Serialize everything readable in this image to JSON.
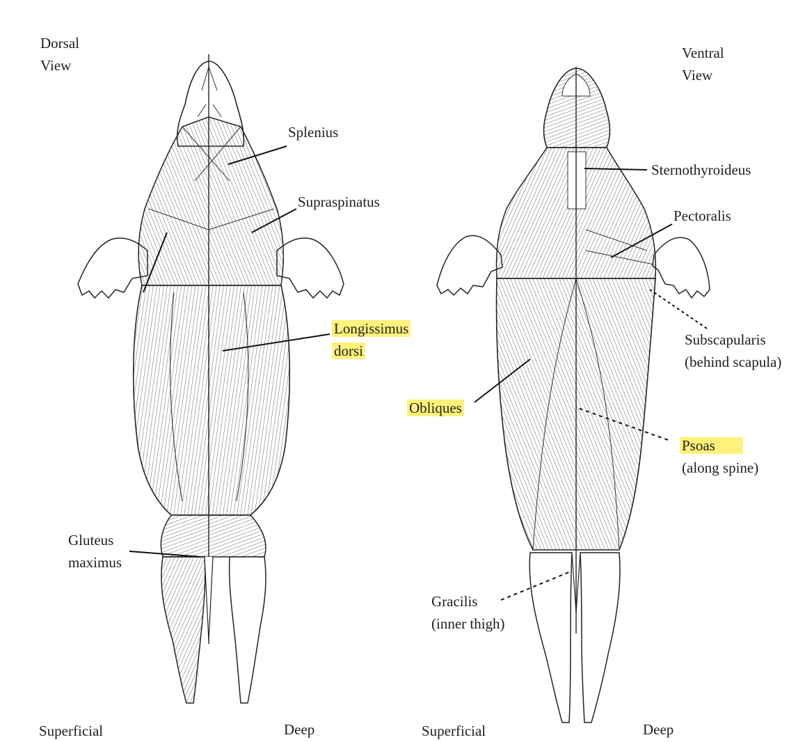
{
  "dorsal": {
    "view_title": [
      "Dorsal",
      "View"
    ],
    "bottom_left": "Superficial",
    "bottom_right": "Deep",
    "labels": {
      "splenius": "Splenius",
      "supraspinatus": "Supraspinatus",
      "longissimus_line1": "Longissimus",
      "longissimus_line2": "dorsi",
      "gluteus_line1": "Gluteus",
      "gluteus_line2": "maximus"
    }
  },
  "ventral": {
    "view_title": [
      "Ventral",
      "View"
    ],
    "bottom_left": "Superficial",
    "bottom_right": "Deep",
    "labels": {
      "sternothyroideus": "Sternothyroideus",
      "pectoralis": "Pectoralis",
      "subscapularis_line1": "Subscapularis",
      "subscapularis_line2": "(behind scapula)",
      "obliques": "Obliques",
      "psoas_line1": "Psoas",
      "psoas_line2": "(along spine)",
      "gracilis_line1": "Gracilis",
      "gracilis_line2": "(inner thigh)"
    }
  },
  "colors": {
    "highlight": "#fff27a",
    "ink": "#1e1e1e",
    "background": "#ffffff"
  }
}
